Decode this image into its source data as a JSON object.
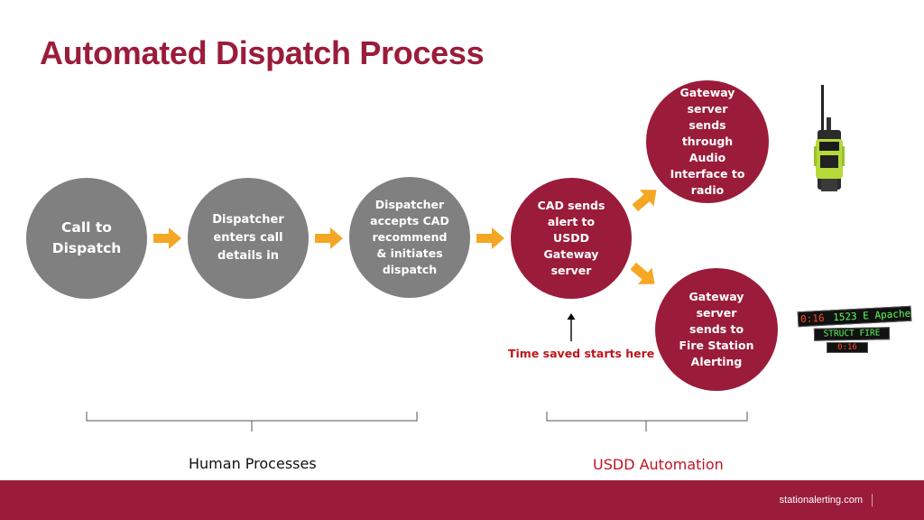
{
  "title": "Automated Dispatch Process",
  "steps": {
    "call": "Call to Dispatch",
    "enter": "Dispatcher enters call details in",
    "accept": "Dispatcher accepts CAD recommend & initiates dispatch",
    "cad": "CAD sends alert to USDD Gateway server",
    "radio": "Gateway server sends through Audio Interface to radio",
    "station": "Gateway server sends to Fire Station Alerting"
  },
  "time_saved": "Time saved starts here",
  "groups": {
    "human": "Human Processes",
    "automation": "USDD Automation"
  },
  "sign": {
    "line1_tag": "0:16",
    "line1_text": "1523 E Apache",
    "line2_text": "STRUCT FIRE",
    "line3_text": "0:16"
  },
  "footer": "stationalerting.com",
  "colors": {
    "brand": "#9b1c3a",
    "gray_step": "#808080",
    "arrow": "#f5a623",
    "time_saved": "#c0141e"
  },
  "icons": [
    "radio-icon",
    "led-sign-icon",
    "arrow-right-icon",
    "arrow-up-icon"
  ]
}
